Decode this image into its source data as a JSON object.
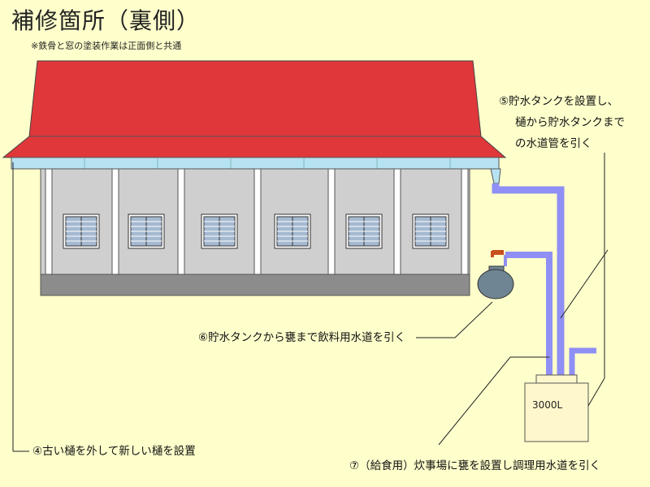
{
  "title": "補修箇所（裏側）",
  "subtitle": "※鉄骨と窓の塗装作業は正面側と共通",
  "notes": {
    "n5": [
      "⑤貯水タンクを設置し、",
      "樋から貯水タンクまで",
      "の水道管を引く"
    ],
    "n6": "⑥貯水タンクから甕まで飲料用水道を引く",
    "n4": "④古い樋を外して新しい樋を設置",
    "n7": "⑦（給食用）炊事場に甕を設置し調理用水道を引く"
  },
  "tank": {
    "label": "3000L"
  },
  "colors": {
    "background": "#ffffcc",
    "roof": "#e0373a",
    "gutter": "#b7e2f2",
    "wall": "#cfcfcf",
    "foundation": "#8c8c8c",
    "pipe": "#8f8ff5",
    "window": "#a5b9d1",
    "jar": "#6f8594",
    "tank": "#fff7cc"
  }
}
